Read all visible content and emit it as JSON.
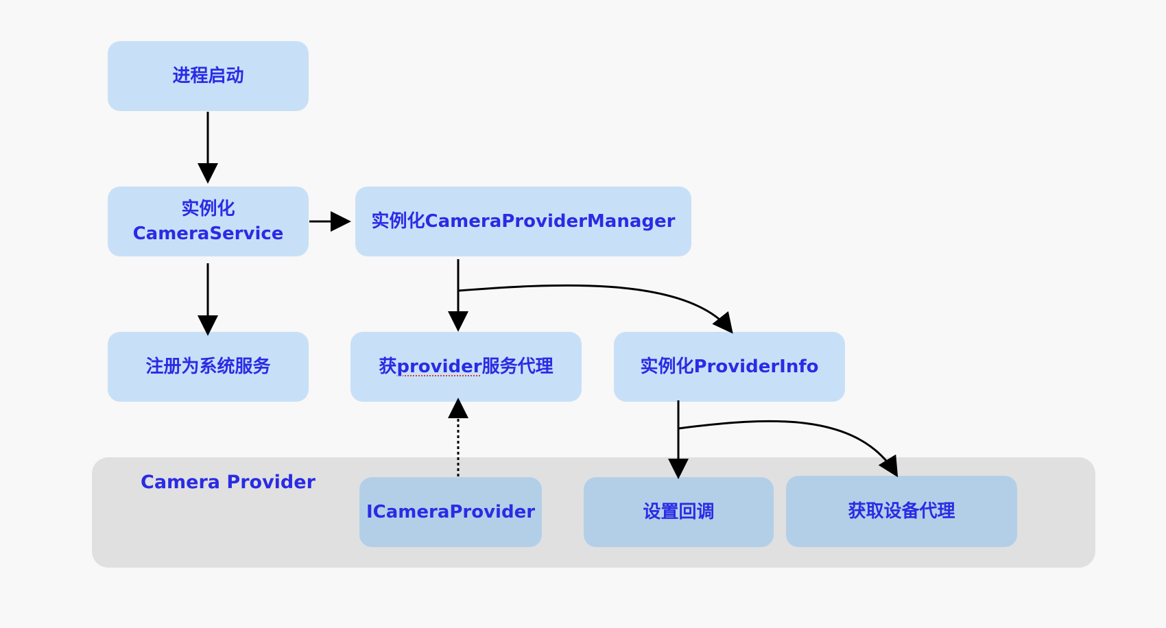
{
  "nodes": {
    "process_start": "进程启动",
    "instantiate_camera_service": "实例化\nCameraService",
    "register_system_service": "注册为系统服务",
    "instantiate_provider_manager": "实例化CameraProviderManager",
    "get_provider_proxy_prefix": "获",
    "get_provider_proxy_word": "provider",
    "get_provider_proxy_suffix": "服务代理",
    "instantiate_provider_info": "实例化ProviderInfo",
    "icamera_provider": "ICameraProvider",
    "set_callback": "设置回调",
    "get_device_proxy": "获取设备代理"
  },
  "group": {
    "label": "Camera Provider"
  },
  "colors": {
    "text": "#2a2be5",
    "node_fill": "#c8e0f7",
    "inner_node_fill": "#b3cfe8",
    "group_fill": "#e0e0e0",
    "arrow": "#000000"
  }
}
